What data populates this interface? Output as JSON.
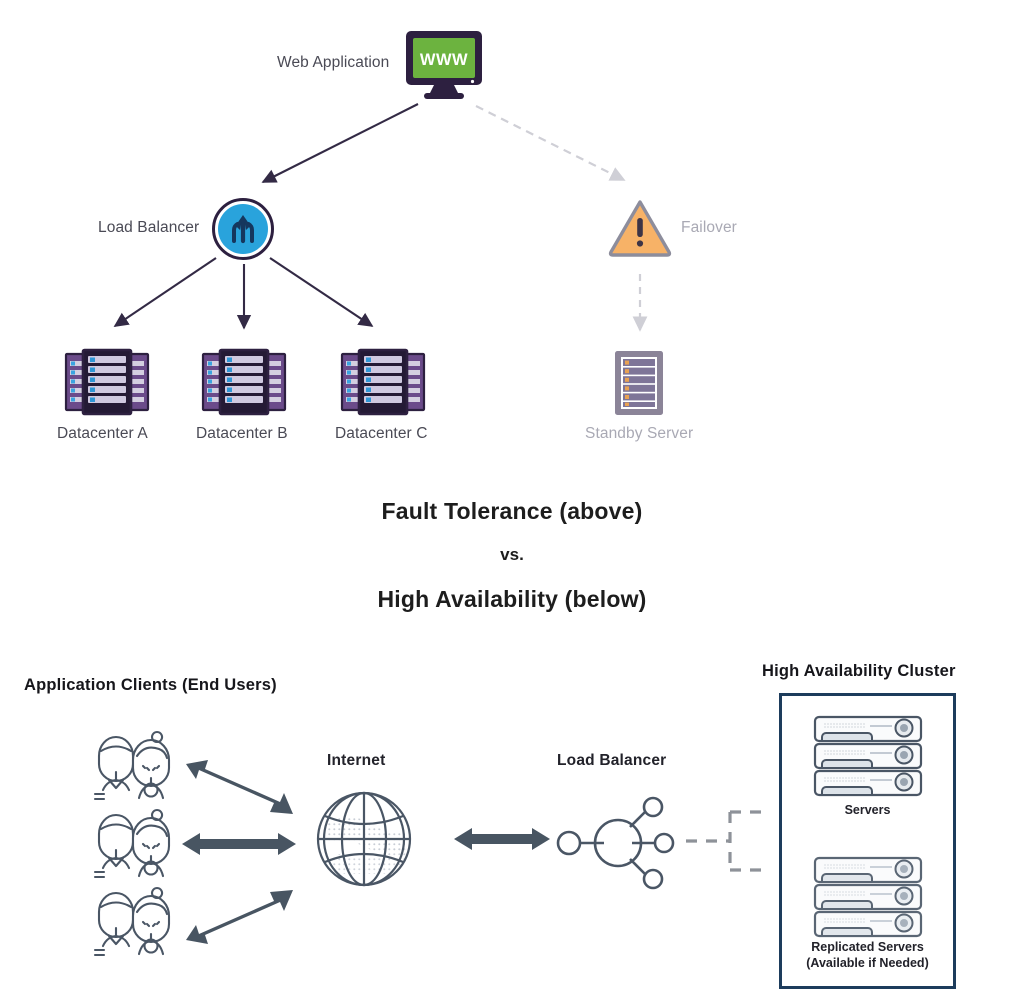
{
  "meta": {
    "diagram_title_line1": "Fault Tolerance (above)",
    "diagram_title_vs": "vs.",
    "diagram_title_line2": "High Availability (below)"
  },
  "colors": {
    "fault_tolerance_node": "#2d2040",
    "arrow_dark": "#332a45",
    "arrow_dashed_muted": "#cfcfd6",
    "web_screen_green": "#6cb33f",
    "load_balancer_blue": "#29a3dc",
    "load_balancer_arrow_navy": "#15375e",
    "failover_orange": "#f7b267",
    "failover_border_gray": "#8d8d9c",
    "standby_muted_purple": "#7e7598",
    "standby_label_gray": "#a9a9b4",
    "ha_line_slate": "#4a5665",
    "ha_arrow_slate": "#485562",
    "cluster_border_navy": "#1d3c5c",
    "server_body": "#f4f6f8",
    "server_outline": "#4a5665"
  },
  "fault_tolerance": {
    "web_application": {
      "label": "Web Application",
      "icon": "monitor-www-icon",
      "screen_text": "WWW"
    },
    "load_balancer": {
      "label": "Load Balancer",
      "icon": "load-balancer-circle-icon"
    },
    "failover": {
      "label": "Failover",
      "icon": "warning-triangle-icon"
    },
    "datacenters": [
      {
        "label": "Datacenter A",
        "icon": "server-rack-icon"
      },
      {
        "label": "Datacenter B",
        "icon": "server-rack-icon"
      },
      {
        "label": "Datacenter C",
        "icon": "server-rack-icon"
      }
    ],
    "standby": {
      "label": "Standby Server",
      "icon": "standby-server-rack-icon"
    }
  },
  "high_availability": {
    "clients_header": "Application Clients (End Users)",
    "client_groups": [
      {
        "icon": "users-pair-icon"
      },
      {
        "icon": "users-pair-icon"
      },
      {
        "icon": "users-pair-icon"
      }
    ],
    "internet": {
      "label": "Internet",
      "icon": "globe-wireframe-icon"
    },
    "load_balancer": {
      "label": "Load Balancer",
      "icon": "network-hub-icon"
    },
    "cluster": {
      "header": "High Availability Cluster",
      "primary_label": "Servers",
      "replica_label_line1": "Replicated Servers",
      "replica_label_line2": "(Available if Needed)"
    }
  }
}
